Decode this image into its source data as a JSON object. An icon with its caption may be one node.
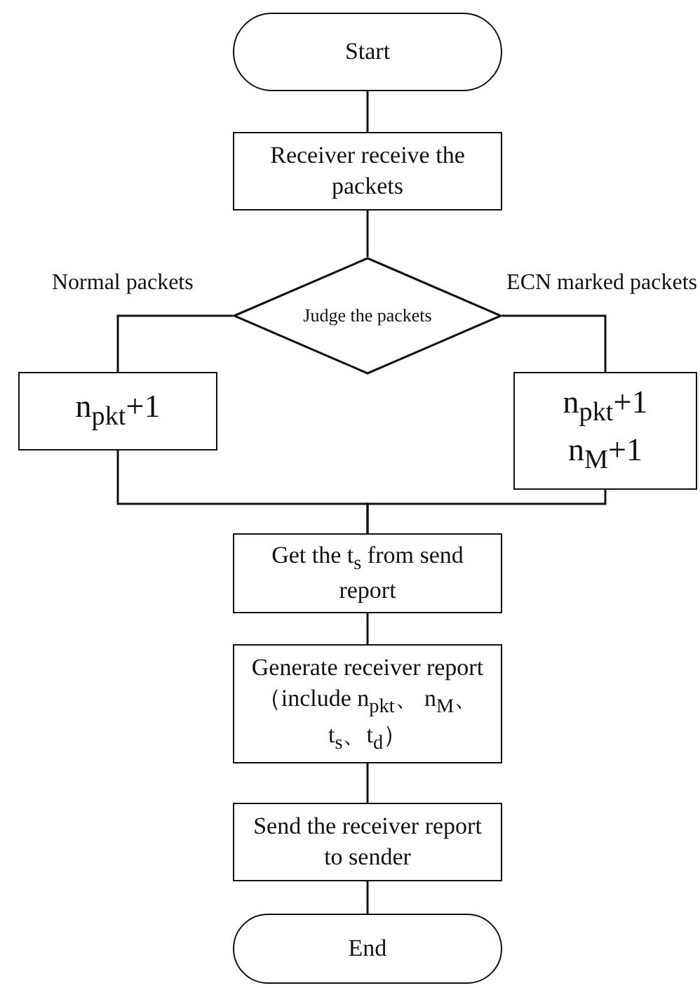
{
  "diagram": {
    "nodes": [
      {
        "text": [
          "Start"
        ]
      },
      {
        "text": [
          "Receiver receive the packets"
        ]
      },
      {
        "text": [
          "Judge the packets"
        ]
      },
      {
        "text": [
          "n$_{pkt}$+1"
        ]
      },
      {
        "text": [
          "n$_{pkt}$+1",
          "n$_{M}$+1"
        ]
      },
      {
        "text": [
          "Get the t$_{s}$ from send report"
        ]
      },
      {
        "text": [
          "Generate receiver report（include n$_{pkt}$、 n$_{M}$、t$_{s}$、t$_{d}$）"
        ]
      },
      {
        "text": [
          "Send the receiver report to sender"
        ]
      },
      {
        "text": [
          "End"
        ]
      }
    ],
    "edges": [
      {
        "from": 0,
        "to": 1,
        "arrow": "none"
      },
      {
        "from": 1,
        "to": 2,
        "arrow": "none"
      },
      {
        "from": 2,
        "to": 3,
        "arrow": "none",
        "label": "Normal packets"
      },
      {
        "from": 2,
        "to": 4,
        "arrow": "none",
        "label": "ECN marked packets"
      },
      {
        "from": 3,
        "to": 5,
        "arrow": "none"
      },
      {
        "from": 4,
        "to": 5,
        "arrow": "none"
      },
      {
        "from": 5,
        "to": 6,
        "arrow": "none"
      },
      {
        "from": 6,
        "to": 7,
        "arrow": "none"
      },
      {
        "from": 7,
        "to": 8,
        "arrow": "none"
      }
    ]
  }
}
